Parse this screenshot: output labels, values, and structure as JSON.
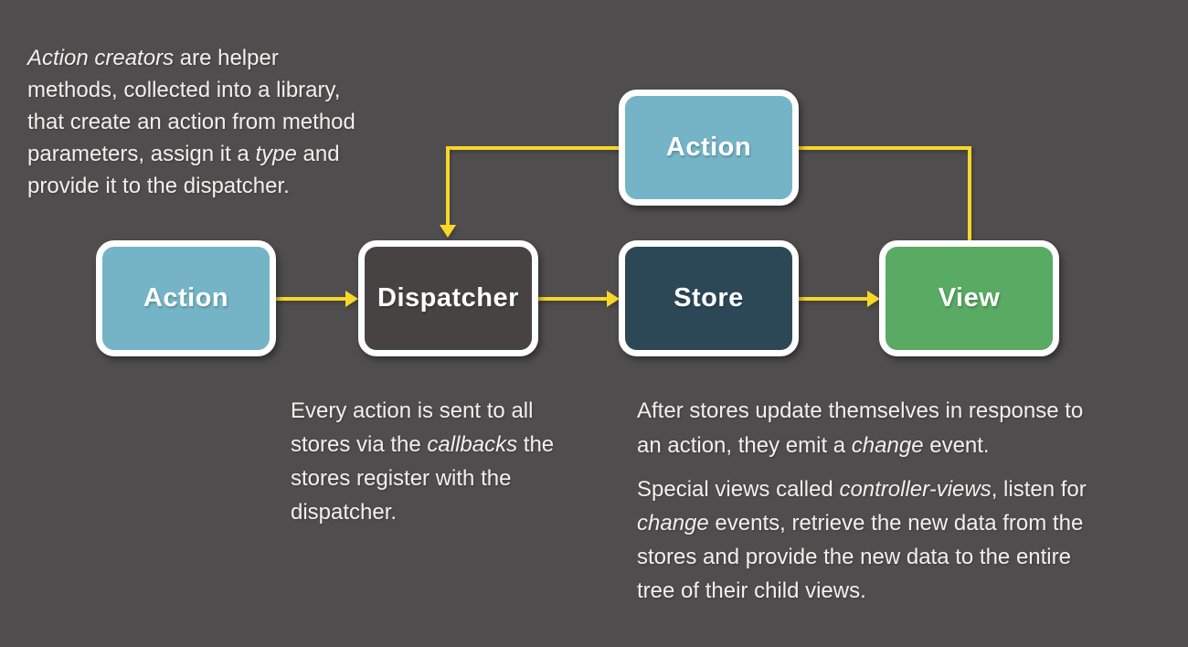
{
  "colors": {
    "background": "#4f4d4d",
    "text": "#f1f0ef",
    "arrow": "#f6d72a",
    "box_border": "#ffffff",
    "box_label": "#ffffff"
  },
  "boxes": {
    "action_top": {
      "label": "Action",
      "fill": "#74b4c6"
    },
    "action": {
      "label": "Action",
      "fill": "#74b4c6"
    },
    "dispatcher": {
      "label": "Dispatcher",
      "fill": "#484343"
    },
    "store": {
      "label": "Store",
      "fill": "#2c4857"
    },
    "view": {
      "label": "View",
      "fill": "#59aa62"
    }
  },
  "notes": {
    "action_creators": {
      "lines": [
        [
          {
            "t": "Action creators",
            "i": true
          },
          {
            "t": " are helper"
          }
        ],
        [
          {
            "t": "methods, collected into a library,"
          }
        ],
        [
          {
            "t": "that create an action from method"
          }
        ],
        [
          {
            "t": "parameters, assign it a "
          },
          {
            "t": "type",
            "i": true
          },
          {
            "t": " and"
          }
        ],
        [
          {
            "t": "provide it to the dispatcher."
          }
        ]
      ]
    },
    "dispatcher_callbacks": {
      "lines": [
        [
          {
            "t": "Every action is sent to all"
          }
        ],
        [
          {
            "t": "stores via the "
          },
          {
            "t": "callbacks",
            "i": true
          },
          {
            "t": " the"
          }
        ],
        [
          {
            "t": "stores register with the"
          }
        ],
        [
          {
            "t": "dispatcher."
          }
        ]
      ]
    },
    "store_change": {
      "lines": [
        [
          {
            "t": "After stores update themselves in response to"
          }
        ],
        [
          {
            "t": "an action, they emit a "
          },
          {
            "t": "change",
            "i": true
          },
          {
            "t": " event."
          }
        ]
      ]
    },
    "controller_views": {
      "lines": [
        [
          {
            "t": "Special views called "
          },
          {
            "t": "controller-views",
            "i": true
          },
          {
            "t": ", listen for"
          }
        ],
        [
          {
            "t": "change",
            "i": true
          },
          {
            "t": " events, retrieve the new data from the"
          }
        ],
        [
          {
            "t": "stores and provide the new data to the entire"
          }
        ],
        [
          {
            "t": "tree of their child views."
          }
        ]
      ]
    }
  }
}
